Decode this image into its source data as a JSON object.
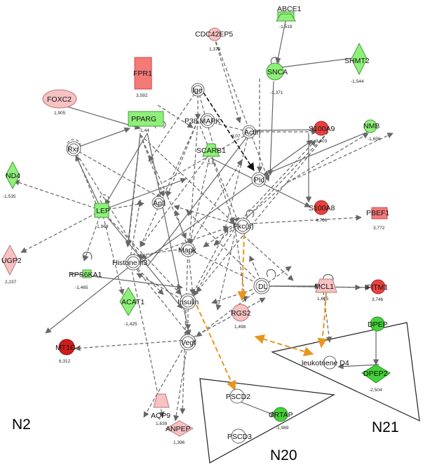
{
  "network": {
    "colors": {
      "up_strong": "#e8413f",
      "up": "#f47a78",
      "up_light": "#f6c2c2",
      "down": "#8ef07a",
      "down_strong": "#45d23a",
      "neutral": "#ffffff",
      "edge": "#666666",
      "orange": "#e8961e",
      "black": "#111111"
    },
    "nodes": [
      {
        "id": "ABCE1",
        "label": "ABCE1",
        "value": "-1,519"
      },
      {
        "id": "CDC42EP5",
        "label": "CDC42EP5",
        "value": "1,373"
      },
      {
        "id": "SHMT2",
        "label": "SHMT2",
        "value": "-1,544"
      },
      {
        "id": "FPR1",
        "label": "FPR1",
        "value": "3,592"
      },
      {
        "id": "Ige",
        "label": "Ige",
        "value": ""
      },
      {
        "id": "SNCA",
        "label": "SNCA",
        "value": "-1,371"
      },
      {
        "id": "FOXC2",
        "label": "FOXC2",
        "value": "1,905"
      },
      {
        "id": "PPARG",
        "label": "PPARG",
        "value": "-1,44"
      },
      {
        "id": "Actin",
        "label": "Actin",
        "value": ""
      },
      {
        "id": "S100A9",
        "label": "S100A9",
        "value": "3,403"
      },
      {
        "id": "P38MAPK",
        "label": "P38 MAPK",
        "value": ""
      },
      {
        "id": "NMB",
        "label": "NMB",
        "value": "-1,656"
      },
      {
        "id": "Rxr",
        "label": "Rxr",
        "value": ""
      },
      {
        "id": "ND4",
        "label": "ND4",
        "value": "-1,535"
      },
      {
        "id": "SCARB1",
        "label": "SCARB1",
        "value": "-1,8"
      },
      {
        "id": "Pld",
        "label": "Pld",
        "value": ""
      },
      {
        "id": "Ap1",
        "label": "Ap1",
        "value": ""
      },
      {
        "id": "LEP",
        "label": "LEP",
        "value": "-1,968"
      },
      {
        "id": "S100A8",
        "label": "S100A8",
        "value": "4,766"
      },
      {
        "id": "PBEF1",
        "label": "PBEF1",
        "value": "3,772"
      },
      {
        "id": "Pkcs",
        "label": "Pkc(s)",
        "value": ""
      },
      {
        "id": "UGP2",
        "label": "UGP2",
        "value": "2,237"
      },
      {
        "id": "Mapk",
        "label": "Mapk",
        "value": ""
      },
      {
        "id": "Histoneh3",
        "label": "Histone h3",
        "value": ""
      },
      {
        "id": "RPS6KA1",
        "label": "RPS6KA1",
        "value": "-1,465"
      },
      {
        "id": "DL",
        "label": "DL",
        "value": ""
      },
      {
        "id": "MCL1",
        "label": "MCL1",
        "value": "1,605"
      },
      {
        "id": "IFITM1",
        "label": "IFITM1",
        "value": "3,746"
      },
      {
        "id": "Insulin",
        "label": "Insulin",
        "value": ""
      },
      {
        "id": "ACAT1",
        "label": "ACAT1",
        "value": "-1,425"
      },
      {
        "id": "RGS2",
        "label": "RGS2",
        "value": "1,498"
      },
      {
        "id": "MT1G",
        "label": "MT1G",
        "value": "6,312"
      },
      {
        "id": "Vegf",
        "label": "Vegf",
        "value": ""
      },
      {
        "id": "DPEP",
        "label": "DPEP",
        "value": ""
      },
      {
        "id": "leukotrieneD4",
        "label": "leukotriene D4",
        "value": ""
      },
      {
        "id": "DPEP2",
        "label": "DPEP2",
        "value": "-2,504"
      },
      {
        "id": "AQP9",
        "label": "AQP9",
        "value": "1,639"
      },
      {
        "id": "PSCD2",
        "label": "PSCD2",
        "value": ""
      },
      {
        "id": "CRTAP",
        "label": "CRTAP",
        "value": "-1,989"
      },
      {
        "id": "ANPEP",
        "label": "ANPEP",
        "value": "1,396"
      },
      {
        "id": "PSCD3",
        "label": "PSCD3",
        "value": ""
      }
    ],
    "regions": [
      {
        "id": "N2",
        "label": "N2"
      },
      {
        "id": "N20",
        "label": "N20"
      },
      {
        "id": "N21",
        "label": "N21"
      }
    ]
  }
}
